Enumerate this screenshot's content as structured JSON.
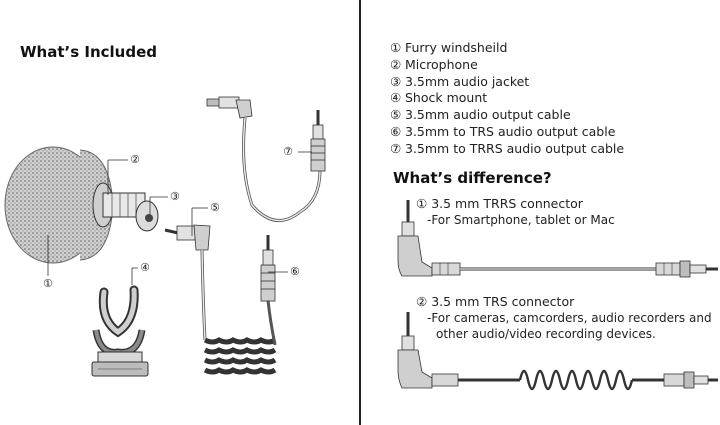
{
  "left_heading": "What’s Included",
  "parts": [
    {
      "num": "①",
      "label": "Furry windsheild"
    },
    {
      "num": "②",
      "label": "Microphone"
    },
    {
      "num": "③",
      "label": "3.5mm audio jacket"
    },
    {
      "num": "④",
      "label": "Shock mount"
    },
    {
      "num": "⑤",
      "label": "3.5mm audio output cable"
    },
    {
      "num": "⑥",
      "label": "3.5mm to TRS audio output cable"
    },
    {
      "num": "⑦",
      "label": "3.5mm to TRRS audio output cable"
    }
  ],
  "right_heading": "What’s difference?",
  "connectors": [
    {
      "num": "①",
      "title": "3.5 mm TRRS connector",
      "desc": [
        "-For Smartphone, tablet or Mac"
      ]
    },
    {
      "num": "②",
      "title": "3.5 mm TRS connector",
      "desc": [
        "-For cameras, camcorders, audio recorders and",
        "other audio/video recording devices."
      ]
    }
  ],
  "callouts": [
    "①",
    "②",
    "③",
    "④",
    "⑤",
    "⑥",
    "⑦"
  ]
}
